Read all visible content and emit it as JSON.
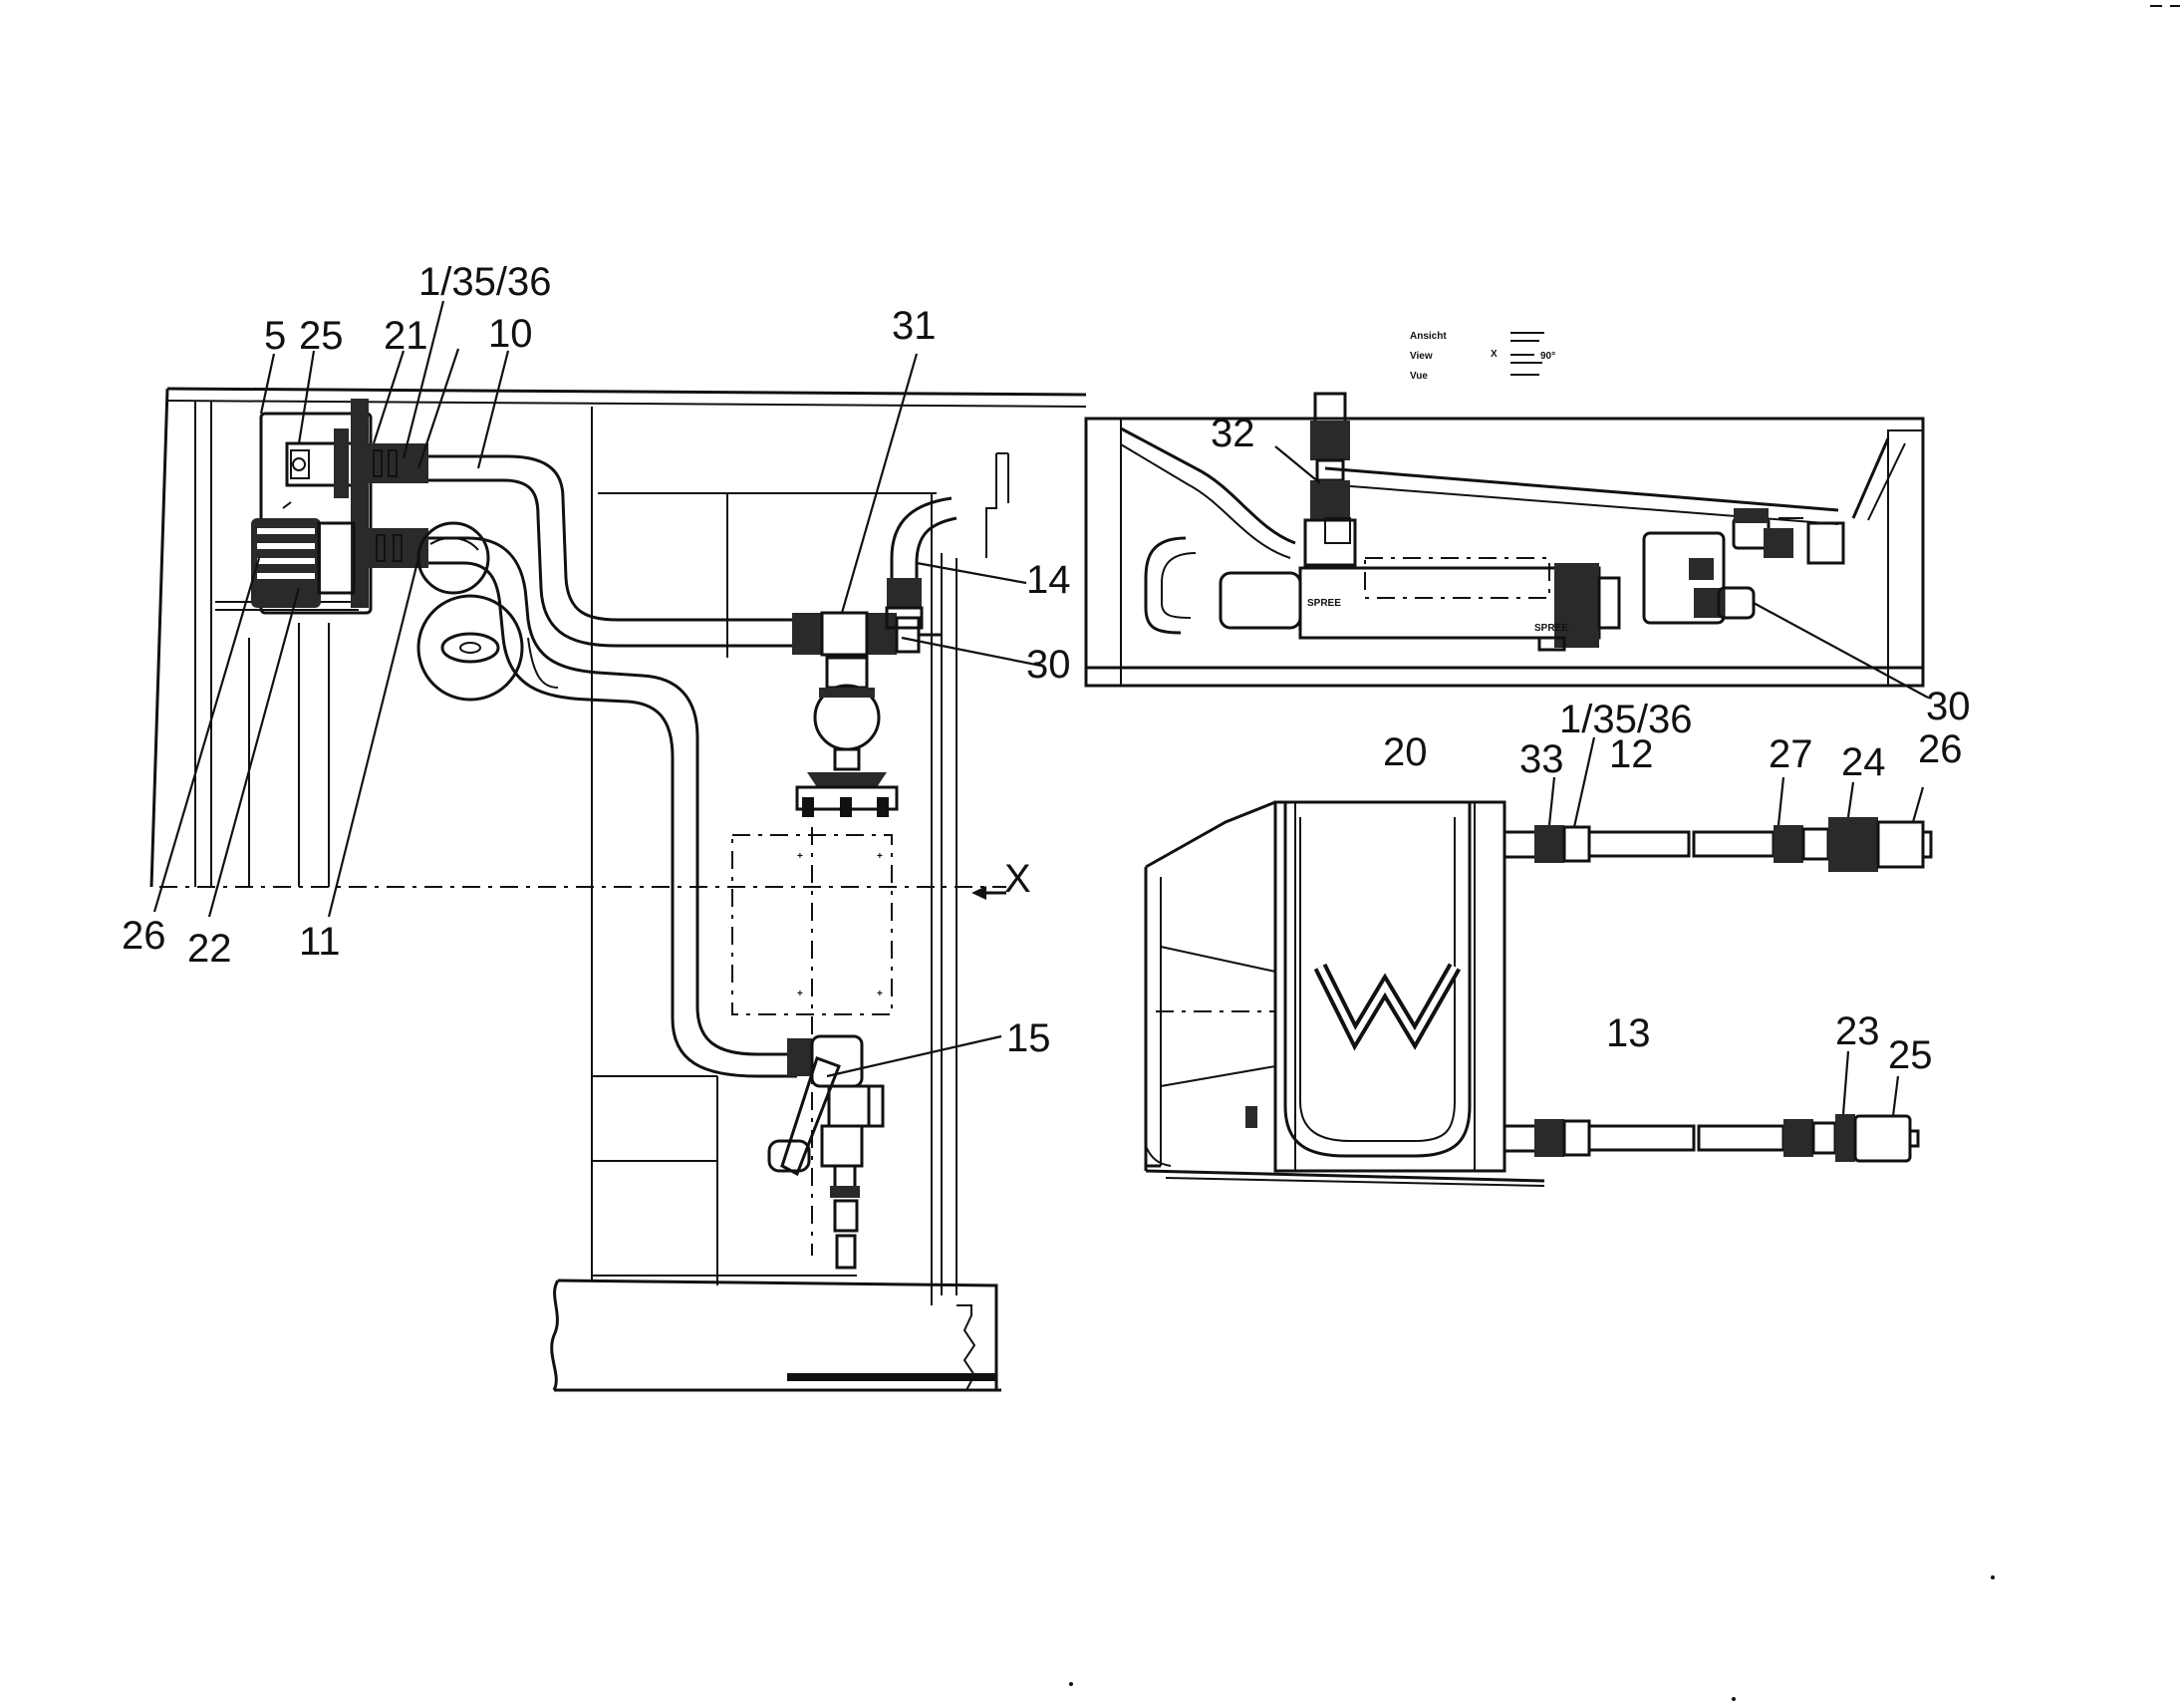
{
  "left_view": {
    "callouts": {
      "c5": "5",
      "c25": "25",
      "c21": "21",
      "c1_35_36": "1/35/36",
      "c10": "10",
      "c31": "31",
      "c14": "14",
      "c30": "30",
      "c26": "26",
      "c22": "22",
      "c11": "11",
      "c15": "15",
      "view_marker": "X"
    }
  },
  "right_top_view": {
    "view_label_lines": [
      "Ansicht",
      "View",
      "Vue"
    ],
    "view_letter": "X",
    "view_angle": "90°",
    "callouts": {
      "c32": "32",
      "c30": "30"
    }
  },
  "right_bottom_view": {
    "callouts": {
      "c20": "20",
      "c33": "33",
      "c1_35_36": "1/35/36",
      "c12": "12",
      "c27": "27",
      "c24": "24",
      "c26": "26",
      "c13": "13",
      "c23": "23",
      "c25": "25"
    },
    "logo_letter": "W"
  }
}
